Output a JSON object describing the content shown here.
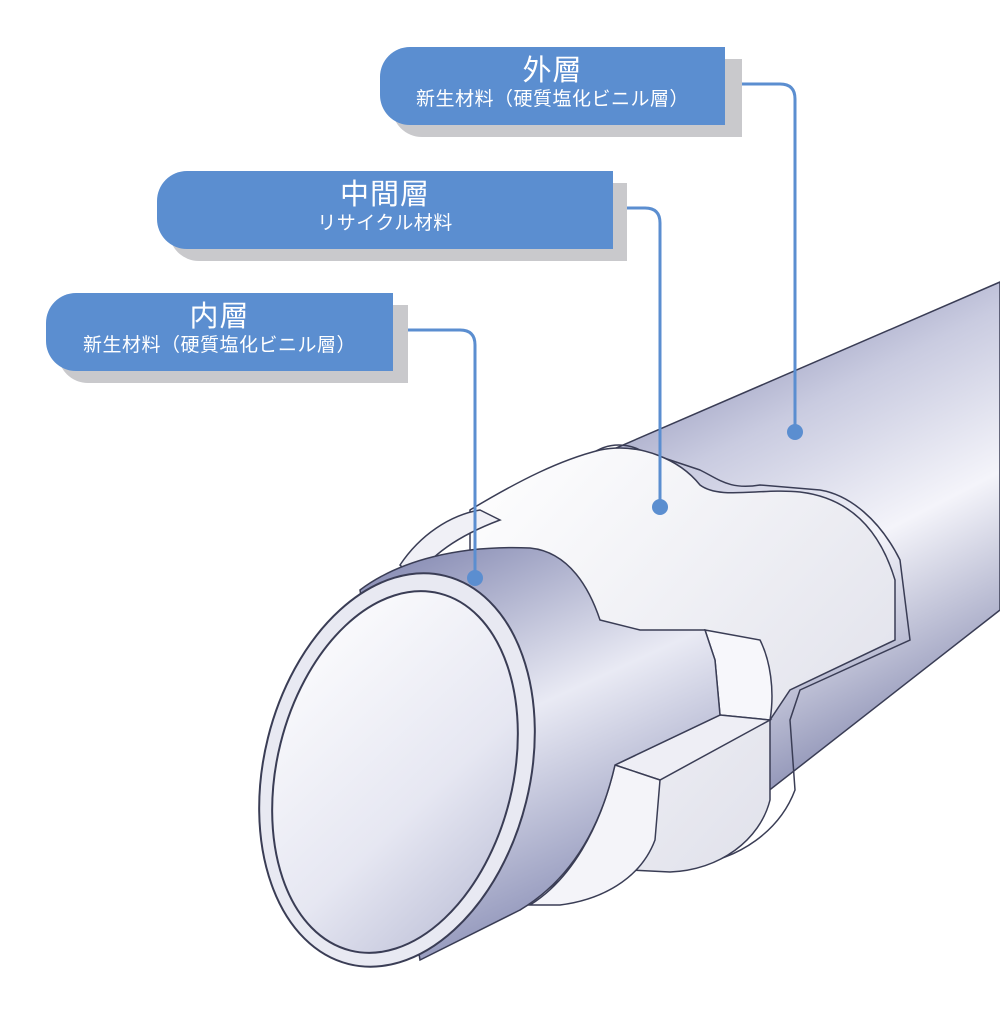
{
  "colors": {
    "label_fill": "#5b8ed0",
    "leader_line": "#5b8ed0",
    "pipe_body": "#8a8fb6",
    "cut_face": "#f2f2f6"
  },
  "labels": {
    "outer": {
      "title": "外層",
      "subtitle": "新生材料（硬質塩化ビニル層）"
    },
    "middle": {
      "title": "中間層",
      "subtitle": "リサイクル材料"
    },
    "inner": {
      "title": "内層",
      "subtitle": "新生材料（硬質塩化ビニル層）"
    }
  }
}
